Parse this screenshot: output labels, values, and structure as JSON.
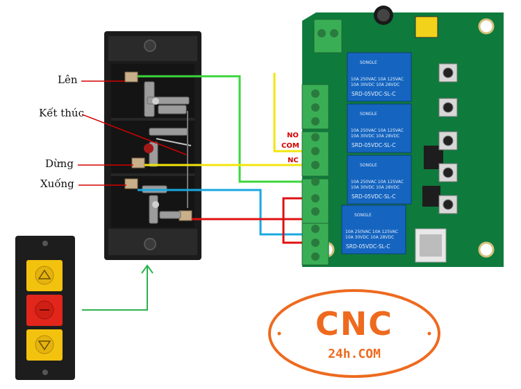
{
  "labels": {
    "len": "Lên",
    "ket_thuc": "Kết thúc",
    "dung": "Dừng",
    "xuong": "Xuống"
  },
  "relay_tags": {
    "no": "NO",
    "com": "COM",
    "nc": "NC"
  },
  "relay": {
    "brand": "SONGLE",
    "rating1": "10A 250VAC 10A 125VAC",
    "rating2": "10A 30VDC 10A 28VDC",
    "model": "SRD-05VDC-SL-C"
  },
  "logo": {
    "main": "CNC",
    "sub": "24h.COM"
  },
  "colors": {
    "green_wire": "#3bd63b",
    "yellow_wire": "#f2e60c",
    "red_wire": "#e01010",
    "blue_wire": "#19a8e0",
    "pcb": "#0e7a3c",
    "relay": "#1565c0",
    "terminal": "#3aae55",
    "accent": "#ee6a1f"
  }
}
